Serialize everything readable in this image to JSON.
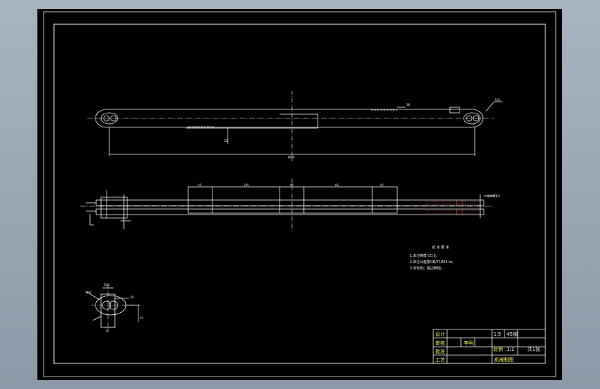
{
  "drawing": {
    "title": "ABC",
    "notes_title": "技 术 要 求",
    "notes": [
      "1.未注倒角 C0.5。",
      "2.未注公差按GB/T1804-m。",
      "3.去毛刺，锐边倒钝。"
    ],
    "main_dims": {
      "overall": "660",
      "height_left": "22",
      "right_hole": "R20",
      "mid_offset": "38",
      "sect_a": "45",
      "sect_b": "145",
      "sect_c": "90",
      "sect_d": "66",
      "sect_e": "40",
      "side_right": "2×M10"
    },
    "detail_dims": {
      "top": "R10",
      "left": "R16",
      "right": "30",
      "bottom": "12",
      "side": "22"
    },
    "title_block": {
      "designer_label": "设计",
      "checker_label": "审核",
      "approve_label": "批准",
      "process_label": "工艺",
      "checker_name": "李明",
      "scale_value": "1:5",
      "material": "45钢",
      "ratio_label": "比例",
      "ratio_value": "1:1",
      "sheet": "共1张",
      "org": "机械制图"
    },
    "colors": {
      "sheet": "#000000",
      "line": "#ffffff",
      "center": "#ffffff",
      "dim": "#ffff66",
      "hatch": "#ff6666"
    }
  }
}
